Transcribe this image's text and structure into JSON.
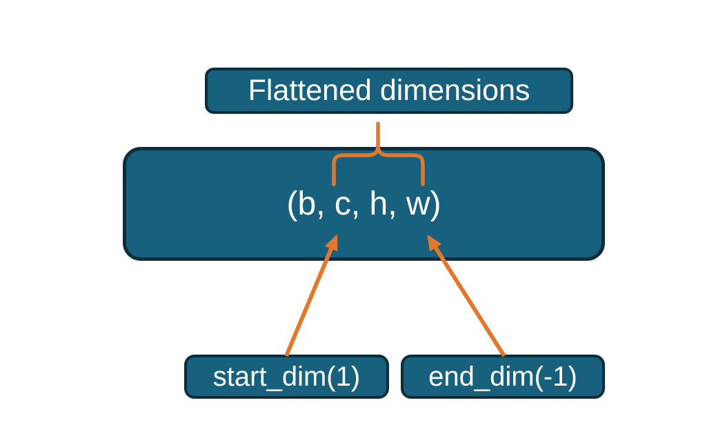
{
  "diagram": {
    "title_box": {
      "label": "Flattened dimensions"
    },
    "tensor_box": {
      "label": "(b, c, h, w)"
    },
    "start_box": {
      "label": "start_dim(1)"
    },
    "end_box": {
      "label": "end_dim(-1)"
    },
    "connectors": {
      "brace": {
        "from": "Flattened dimensions",
        "spans": "c, h"
      },
      "left_arrow": {
        "from": "start_dim(1)",
        "points_to": "c"
      },
      "right_arrow": {
        "from": "end_dim(-1)",
        "points_to": "w"
      }
    }
  },
  "colors": {
    "box_fill": "#17617F",
    "box_border": "#0E2D3B",
    "accent_orange": "#E1782E",
    "text_color": "#FFFFFF",
    "background": "#FFFFFF"
  }
}
